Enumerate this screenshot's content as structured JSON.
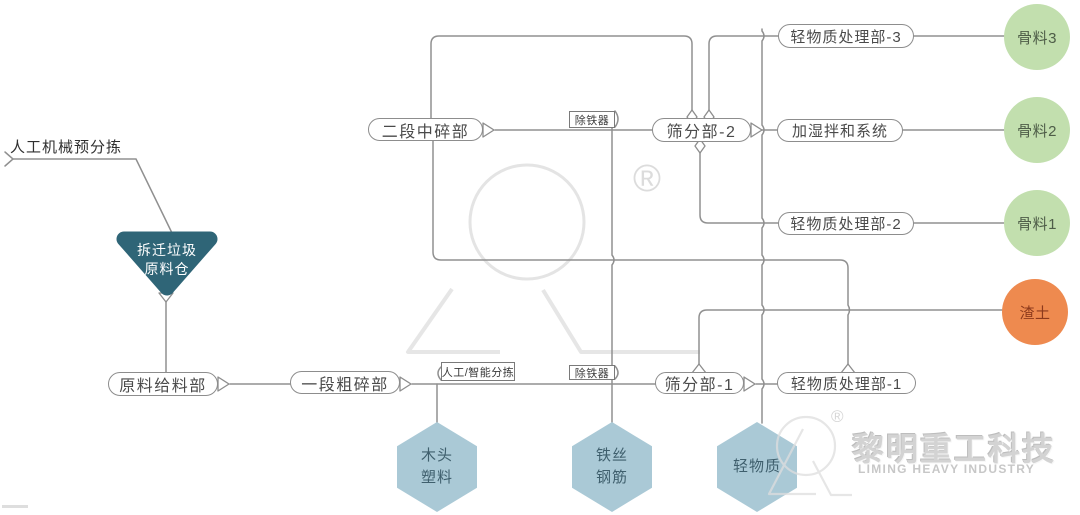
{
  "diagram": {
    "pre_sort_label": "人工机械预分拣",
    "silo": {
      "line1": "拆迁垃圾",
      "line2": "原料仓"
    },
    "nodes": {
      "feeder": "原料给料部",
      "primary_crusher": "一段粗碎部",
      "secondary_crusher": "二段中碎部",
      "screen_2": "筛分部-2",
      "screen_1": "筛分部-1",
      "light_processor_3": "轻物质处理部-3",
      "humidify_mixing": "加湿拌和系统",
      "light_processor_2": "轻物质处理部-2",
      "light_processor_1": "轻物质处理部-1",
      "iron_remover_top": "除铁器",
      "iron_remover_bottom": "除铁器",
      "manual_smart_sorting": "人工/智能分拣"
    },
    "outputs": {
      "aggregate_3": "骨料3",
      "aggregate_2": "骨料2",
      "aggregate_1": "骨料1",
      "muck": "渣土"
    },
    "byproducts": {
      "wood": {
        "line1": "木头",
        "line2": "塑料"
      },
      "steel": {
        "line1": "铁丝",
        "line2": "钢筋"
      },
      "light_material": "轻物质"
    },
    "edges": [
      "人工机械预分拣 → 拆迁垃圾原料仓",
      "拆迁垃圾原料仓 → 原料给料部",
      "原料给料部 → 一段粗碎部",
      "一段粗碎部 → 人工/智能分拣 → 除铁器 → 筛分部-1",
      "人工/智能分拣 ↓ 木头塑料",
      "除铁器 ↓ 铁丝钢筋",
      "筛分部-1 → 轻物质处理部-1",
      "筛分部-1 ↑→ 渣土",
      "轻物质处理部-1 ↑← 二段中碎部",
      "二段中碎部 → 除铁器 → 筛分部-2",
      "筛分部-2 顶部回路 → 二段中碎部",
      "筛分部-2 ↑→ 轻物质处理部-3 → 骨料3",
      "筛分部-2 → 加湿拌和系统 → 骨料2",
      "筛分部-2 ↓ 轻物质处理部-2 → 骨料1",
      "轻物质收集线 ↓ 轻物质"
    ],
    "colors": {
      "silo_fill": "#2f6577",
      "hexagon_fill": "#aac9d6",
      "aggregate_fill": "#c2dfae",
      "muck_fill": "#ee8a4f",
      "connector": "#909090"
    }
  },
  "watermark": {
    "registered_symbol": "®",
    "brand_cn": "黎明重工科技",
    "brand_en": "LIMING HEAVY INDUSTRY"
  }
}
